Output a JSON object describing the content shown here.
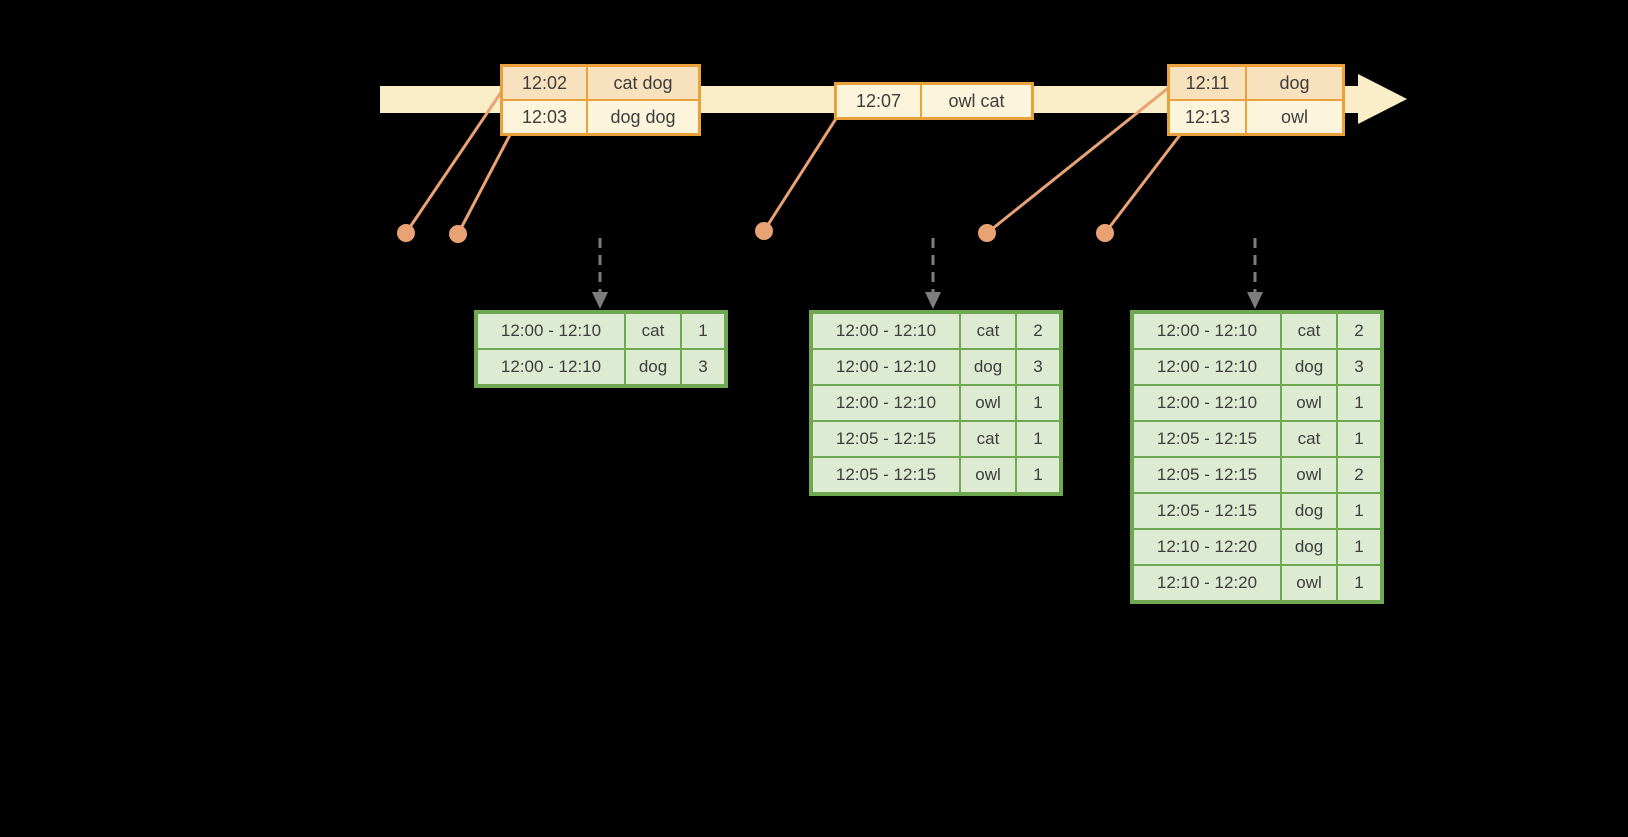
{
  "colors": {
    "background": "#000000",
    "timeline_fill": "#faeec9",
    "event_border": "#e9a23b",
    "event_row_dark": "#f8e2bd",
    "event_row_light": "#fdf4dc",
    "event_text": "#3d3d3d",
    "connector": "#e9a273",
    "trigger_arrow": "#7d7d7d",
    "result_border": "#70a751",
    "result_fill": "#dcebd1",
    "result_text": "#3d3d3d"
  },
  "event_tables": [
    {
      "rows": [
        {
          "time": "12:02",
          "words": "cat dog",
          "shade": "dark"
        },
        {
          "time": "12:03",
          "words": "dog dog",
          "shade": "light"
        }
      ]
    },
    {
      "rows": [
        {
          "time": "12:07",
          "words": "owl cat",
          "shade": "light"
        }
      ]
    },
    {
      "rows": [
        {
          "time": "12:11",
          "words": "dog",
          "shade": "dark"
        },
        {
          "time": "12:13",
          "words": "owl",
          "shade": "light"
        }
      ]
    }
  ],
  "result_tables": [
    {
      "rows": [
        {
          "window": "12:00 - 12:10",
          "word": "cat",
          "count": "1"
        },
        {
          "window": "12:00 - 12:10",
          "word": "dog",
          "count": "3"
        }
      ]
    },
    {
      "rows": [
        {
          "window": "12:00 - 12:10",
          "word": "cat",
          "count": "2"
        },
        {
          "window": "12:00 - 12:10",
          "word": "dog",
          "count": "3"
        },
        {
          "window": "12:00 - 12:10",
          "word": "owl",
          "count": "1"
        },
        {
          "window": "12:05 - 12:15",
          "word": "cat",
          "count": "1"
        },
        {
          "window": "12:05 - 12:15",
          "word": "owl",
          "count": "1"
        }
      ]
    },
    {
      "rows": [
        {
          "window": "12:00 - 12:10",
          "word": "cat",
          "count": "2"
        },
        {
          "window": "12:00 - 12:10",
          "word": "dog",
          "count": "3"
        },
        {
          "window": "12:00 - 12:10",
          "word": "owl",
          "count": "1"
        },
        {
          "window": "12:05 - 12:15",
          "word": "cat",
          "count": "1"
        },
        {
          "window": "12:05 - 12:15",
          "word": "owl",
          "count": "2"
        },
        {
          "window": "12:05 - 12:15",
          "word": "dog",
          "count": "1"
        },
        {
          "window": "12:10 - 12:20",
          "word": "dog",
          "count": "1"
        },
        {
          "window": "12:10 - 12:20",
          "word": "owl",
          "count": "1"
        }
      ]
    }
  ]
}
